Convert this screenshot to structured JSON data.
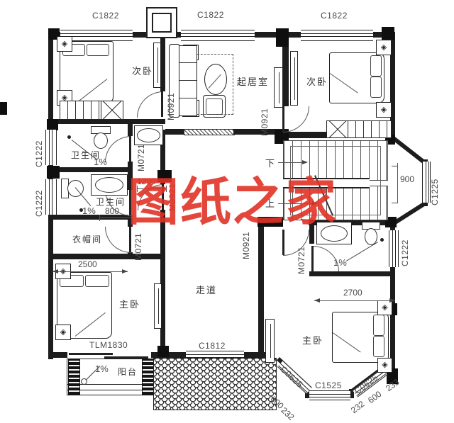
{
  "watermark": {
    "text": "图纸之家",
    "color": "#e03225"
  },
  "rooms": {
    "bedroom_left": "次卧",
    "bedroom_right": "次卧",
    "living_room": "起居室",
    "bath_upper": "卫生间",
    "bath_lower": "卫生间",
    "cloakroom": "衣帽间",
    "master_left": "主卧",
    "master_right": "主卧",
    "corridor": "走道",
    "balcony": "阳台"
  },
  "windows": {
    "c1822": "C1822",
    "c1222": "C1222",
    "c1225": "C1225",
    "c1812": "C1812",
    "c1525": "C1525",
    "c0625": "C0625"
  },
  "doors": {
    "m0921": "M0921",
    "m0721": "M0721",
    "tlm1830": "TLM1830"
  },
  "dimensions": {
    "d1200": "1200",
    "d800": "800",
    "d2500": "2500",
    "d2700": "2700",
    "d900": "900",
    "d600": "600",
    "d232": "232",
    "d233": "233",
    "slope": "1%"
  },
  "stairs": {
    "up": "上",
    "down": "下"
  }
}
